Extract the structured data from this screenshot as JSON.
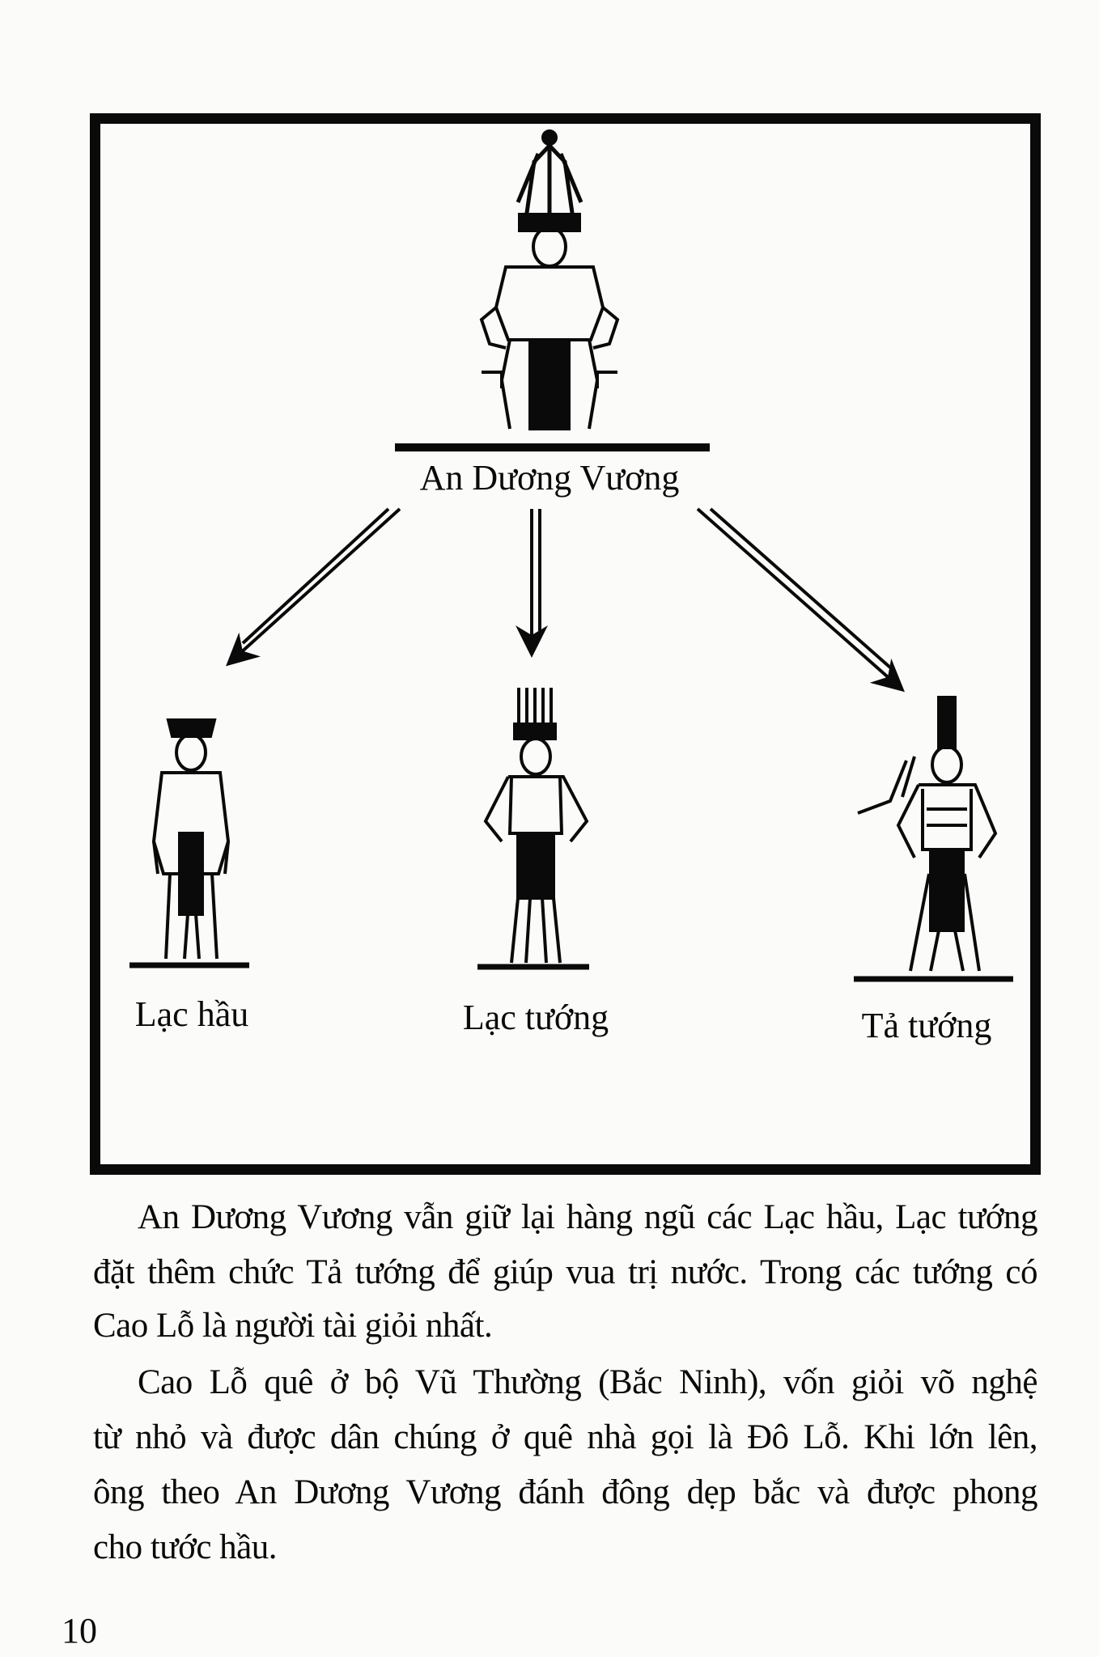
{
  "diagram": {
    "top": {
      "label": "An Dương Vương"
    },
    "children": [
      {
        "label": "Lạc hầu"
      },
      {
        "label": "Lạc tướng"
      },
      {
        "label": "Tả tướng"
      }
    ]
  },
  "paragraphs": [
    {
      "lines": [
        "An Dương Vương vẫn giữ lại hàng ngũ các Lạc hầu, Lạc tướng",
        "đặt thêm chức Tả tướng để giúp vua trị nước. Trong các tướng có",
        "Cao Lỗ là người tài giỏi nhất."
      ]
    },
    {
      "lines": [
        "Cao Lỗ quê ở bộ Vũ Thường (Bắc Ninh), vốn giỏi võ nghệ",
        "từ nhỏ và được dân chúng ở quê nhà gọi là Đô Lỗ. Khi lớn lên,",
        "ông theo An Dương Vương đánh đông dẹp bắc và được phong",
        "cho tước hầu."
      ]
    }
  ],
  "page_number": "10"
}
